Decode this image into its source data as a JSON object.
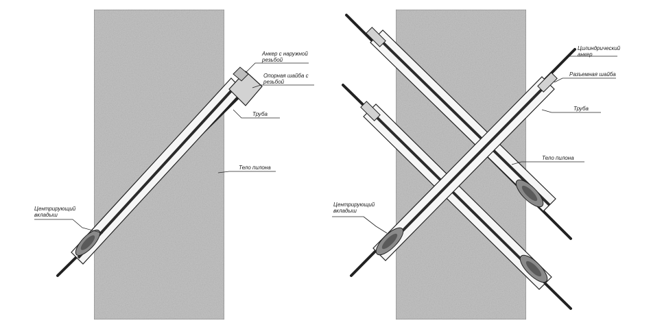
{
  "left_diagram": {
    "labels": {
      "anchor": "Анкер с наружной резьбой",
      "washer": "Опорная шайба с резьбой",
      "pipe": "Труба",
      "body": "Тело пилона",
      "insert": "Центрирующий вкладыш"
    }
  },
  "right_diagram": {
    "labels": {
      "anchor": "Цилиндрический анкер",
      "washer": "Разъемная шайба",
      "pipe": "Труба",
      "body": "Тело пилона",
      "insert": "Центрирующий вкладыш"
    }
  },
  "colors": {
    "pylon_fill": "#c4c4c4",
    "pylon_stroke": "#8a8a8a",
    "pipe_fill": "#f6f6f6",
    "anchor_fill": "#2b2b2b",
    "washer_fill": "#d2d2d2",
    "insert_fill": "#8a8a8a",
    "line": "#222222"
  }
}
